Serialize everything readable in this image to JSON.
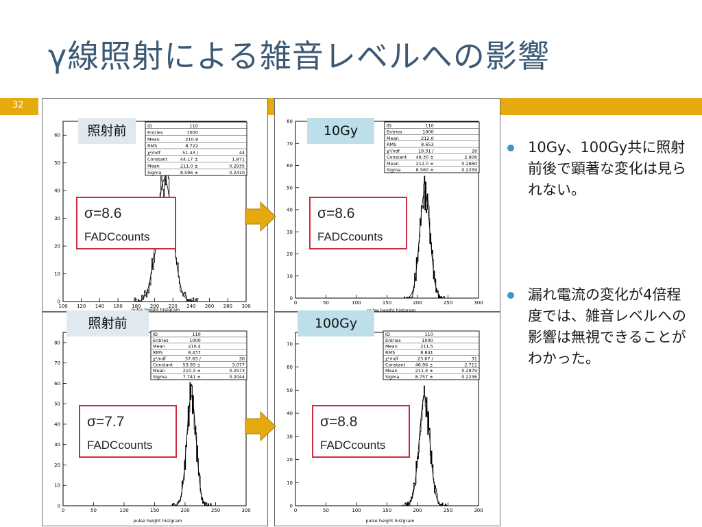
{
  "slide": {
    "title": "γ線照射による雑音レベルへの影響",
    "page_number": "32",
    "colors": {
      "title": "#3c5a74",
      "band": "#e6a90f",
      "bullet_dot": "#3f95c8",
      "sigma_border": "#cc2c3d",
      "arrow": "#e6a90f"
    }
  },
  "bullets": [
    "10Gy、100Gy共に照射前後で顕著な変化は見られない。",
    "漏れ電流の変化が4倍程度では、雑音レベルへの影響は無視できることがわかった。"
  ],
  "panels": {
    "tl": {
      "tag": "照射前",
      "sigma": "σ=8.6",
      "unit": "FADCcounts"
    },
    "tr": {
      "tag": "10Gy",
      "sigma": "σ=8.6",
      "unit": "FADCcounts"
    },
    "bl": {
      "tag": "照射前",
      "sigma": "σ=7.7",
      "unit": "FADCcounts"
    },
    "br": {
      "tag": "100Gy",
      "sigma": "σ=8.8",
      "unit": "FADCcounts"
    }
  },
  "chart_data": [
    {
      "type": "line",
      "id": "tl",
      "xlabel": "pulse height histgram",
      "xlim": [
        100,
        300
      ],
      "ylim": [
        0,
        65
      ],
      "xticks": [
        100,
        120,
        140,
        160,
        180,
        200,
        220,
        240,
        260,
        280,
        300
      ],
      "yticks": [
        0,
        10,
        20,
        30,
        40,
        50,
        60
      ],
      "histogram": {
        "mean": 211.0,
        "sigma": 8.596,
        "amplitude": 44.17
      },
      "stats": [
        [
          "ID",
          "110",
          ""
        ],
        [
          "Entries",
          "1000",
          ""
        ],
        [
          "Mean",
          "210.9",
          ""
        ],
        [
          "RMS",
          "8.722",
          ""
        ],
        [
          "χ²/ndf",
          "51.43 /",
          "44"
        ],
        [
          "Constant",
          "44.17 ±",
          "1.871"
        ],
        [
          "Mean",
          "211.0 ±",
          "0.2935"
        ],
        [
          "Sigma",
          "8.596 ±",
          "0.2410"
        ]
      ]
    },
    {
      "type": "line",
      "id": "tr",
      "xlabel": "pulse height histgram",
      "xlim": [
        0,
        300
      ],
      "ylim": [
        0,
        80
      ],
      "xticks": [
        0,
        50,
        100,
        150,
        200,
        250,
        300
      ],
      "yticks": [
        0,
        10,
        20,
        30,
        40,
        50,
        60,
        70,
        80
      ],
      "histogram": {
        "mean": 212.0,
        "sigma": 8.56,
        "amplitude": 48.3
      },
      "stats": [
        [
          "ID",
          "110",
          ""
        ],
        [
          "Entries",
          "1000",
          ""
        ],
        [
          "Mean",
          "212.0",
          ""
        ],
        [
          "RMS",
          "8.653",
          ""
        ],
        [
          "χ²/ndf",
          "19.31 /",
          "28"
        ],
        [
          "Constant",
          "48.30 ±",
          "2.806"
        ],
        [
          "Mean",
          "212.0 ±",
          "0.2860"
        ],
        [
          "Sigma",
          "8.560 ±",
          "0.2259"
        ]
      ]
    },
    {
      "type": "line",
      "id": "bl",
      "xlabel": "pulse height histgram",
      "xlim": [
        0,
        300
      ],
      "ylim": [
        0,
        85
      ],
      "xticks": [
        0,
        50,
        100,
        150,
        200,
        250,
        300
      ],
      "yticks": [
        0,
        10,
        20,
        30,
        40,
        50,
        60,
        70,
        80
      ],
      "histogram": {
        "mean": 210.3,
        "sigma": 7.741,
        "amplitude": 53.93
      },
      "stats": [
        [
          "ID",
          "110",
          ""
        ],
        [
          "Entries",
          "1000",
          ""
        ],
        [
          "Mean",
          "210.4",
          ""
        ],
        [
          "RMS",
          "8.437",
          ""
        ],
        [
          "χ²/ndf",
          "37.63 /",
          "30"
        ],
        [
          "Constant",
          "53.93 ±",
          "3.077"
        ],
        [
          "Mean",
          "210.3 ±",
          "0.2573"
        ],
        [
          "Sigma",
          "7.741 ±",
          "0.2044"
        ]
      ]
    },
    {
      "type": "line",
      "id": "br",
      "xlabel": "pulse height histgram",
      "xlim": [
        0,
        300
      ],
      "ylim": [
        0,
        75
      ],
      "xticks": [
        0,
        50,
        100,
        150,
        200,
        250,
        300
      ],
      "yticks": [
        0,
        10,
        20,
        30,
        40,
        50,
        60,
        70
      ],
      "histogram": {
        "mean": 211.4,
        "sigma": 8.757,
        "amplitude": 46.96
      },
      "stats": [
        [
          "ID",
          "110",
          ""
        ],
        [
          "Entries",
          "1000",
          ""
        ],
        [
          "Mean",
          "211.5",
          ""
        ],
        [
          "RMS",
          "8.841",
          ""
        ],
        [
          "χ²/ndf",
          "23.67 /",
          "31"
        ],
        [
          "Constant",
          "46.96 ±",
          "2.711"
        ],
        [
          "Mean",
          "211.4 ±",
          "0.2879"
        ],
        [
          "Sigma",
          "8.757 ±",
          "0.2236"
        ]
      ]
    }
  ]
}
